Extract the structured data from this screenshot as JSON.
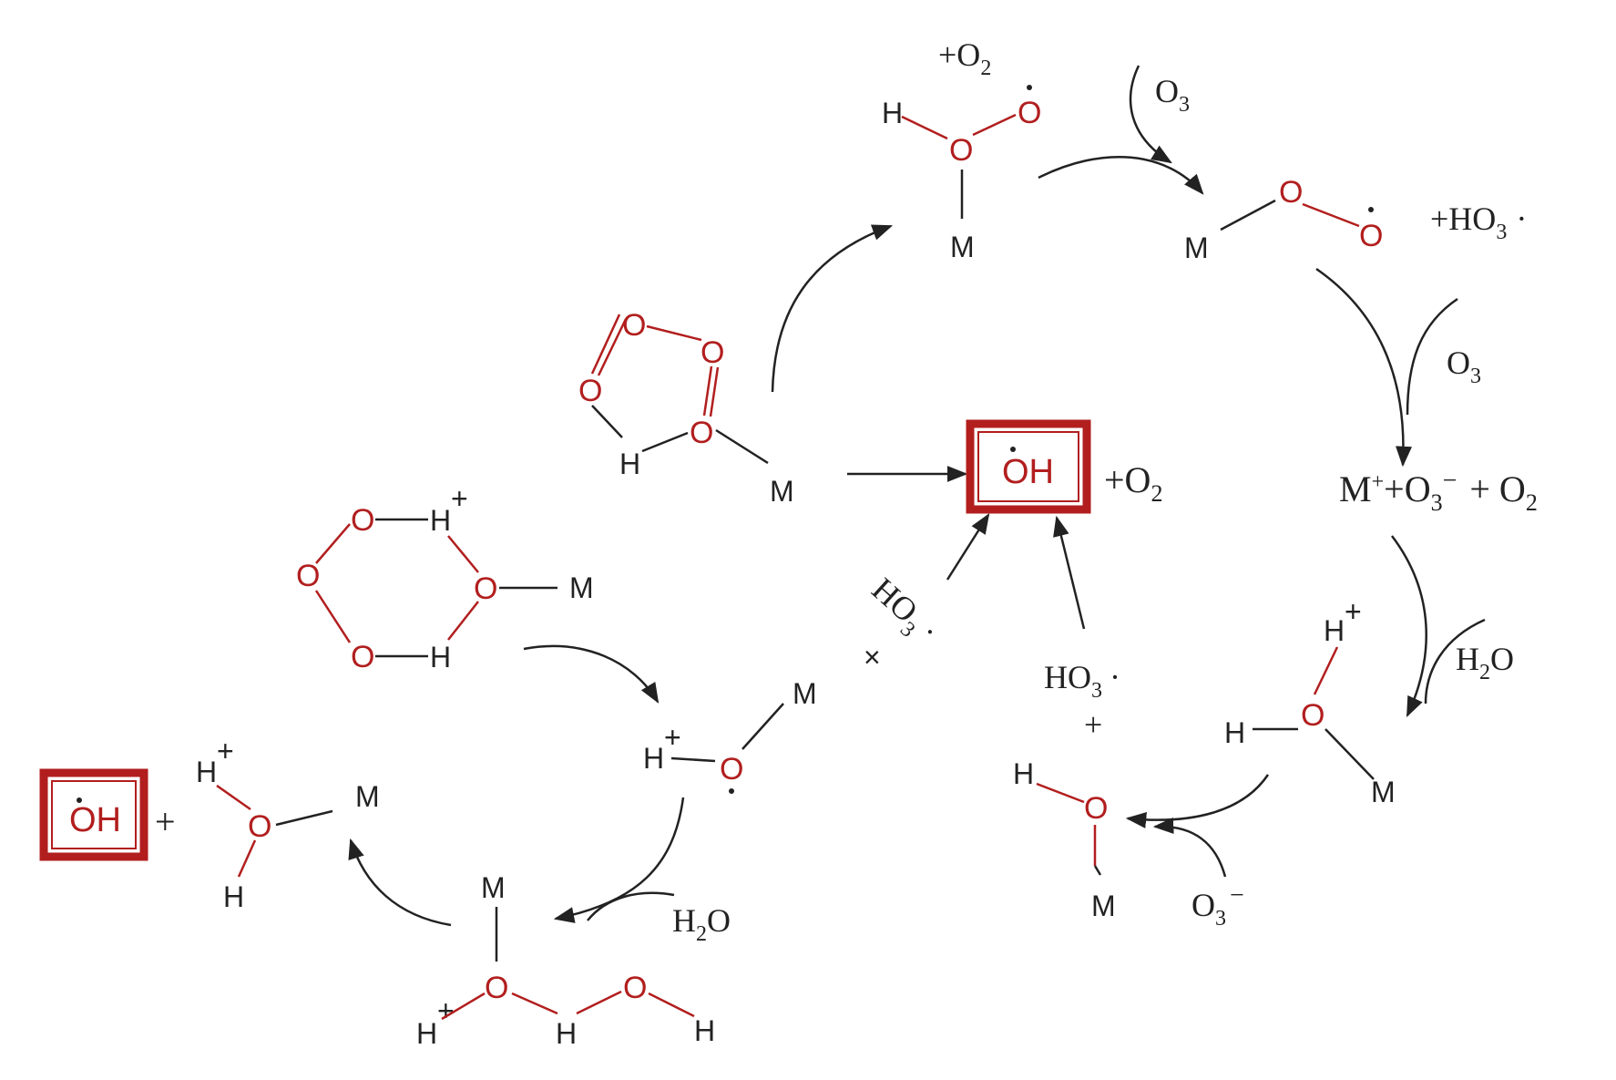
{
  "colors": {
    "oxygen": "#b21e1e",
    "box": "#b21e1e",
    "text": "#222222"
  },
  "labels": {
    "M": "M",
    "H": "H",
    "O": "O",
    "Hplus": "H",
    "plus_sup": "+",
    "minus_sup": "−",
    "dot": "·",
    "plus": "+",
    "o3_sub": "3",
    "o2_sub": "2",
    "h2_sub": "2",
    "O_letter": "O",
    "HO_letters": "HO",
    "H2O_tail": "O",
    "OH": "OH",
    "plus_O2_prefix": "+O",
    "plus_O2_prefix_spaced": "+ O",
    "plus_HO3_prefix": "+HO",
    "M_plus_O3_prefix": "M",
    "cross": "×"
  }
}
